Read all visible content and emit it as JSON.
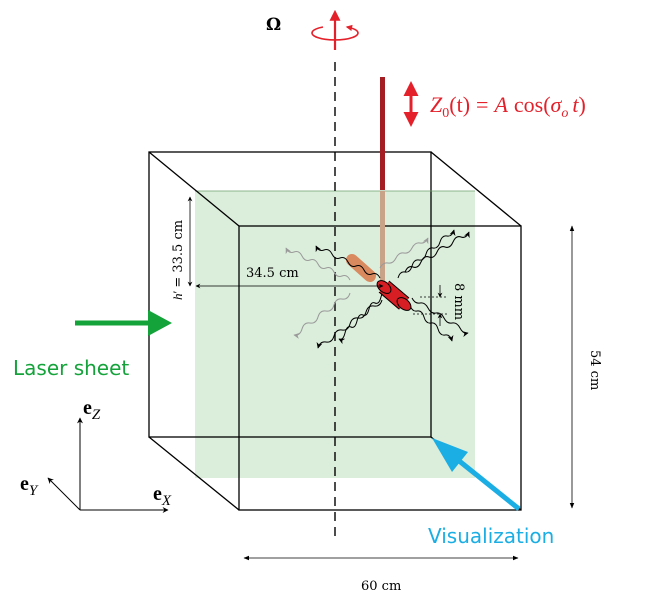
{
  "rotation": {
    "label": "Ω"
  },
  "forcing": {
    "equation_lhs_var": "Z",
    "equation_lhs_sub": "0",
    "equation_lhs_arg": "(t)",
    "equation_eq": "=",
    "equation_amp": "A",
    "equation_cos": "cos(",
    "equation_sigma": "σ",
    "equation_sigma_sub": "o",
    "equation_tail_var": "t",
    "equation_close": ")"
  },
  "dimensions": {
    "h_prime_symbol": "h",
    "h_prime_mark": "′",
    "h_prime_value": "= 33.5 cm",
    "depth_offset": "34.5 cm",
    "cylinder_gap": "8 mm",
    "height": "54 cm",
    "width": "60 cm"
  },
  "labels": {
    "laser": "Laser sheet",
    "visualization": "Visualization"
  },
  "axes": {
    "z_vec": "e",
    "z_sub": "Z",
    "y_vec": "e",
    "y_sub": "Y",
    "x_vec": "e",
    "x_sub": "X"
  },
  "colors": {
    "rotation": "#e4212b",
    "laser_arrow": "#14a33a",
    "laser_text": "#14a33a",
    "visualization": "#1aaee5",
    "water": "#dbeddb",
    "cylinder": "#d81e25",
    "cylinder_ghost": "#d98a5e",
    "rod": "#a31d23"
  }
}
